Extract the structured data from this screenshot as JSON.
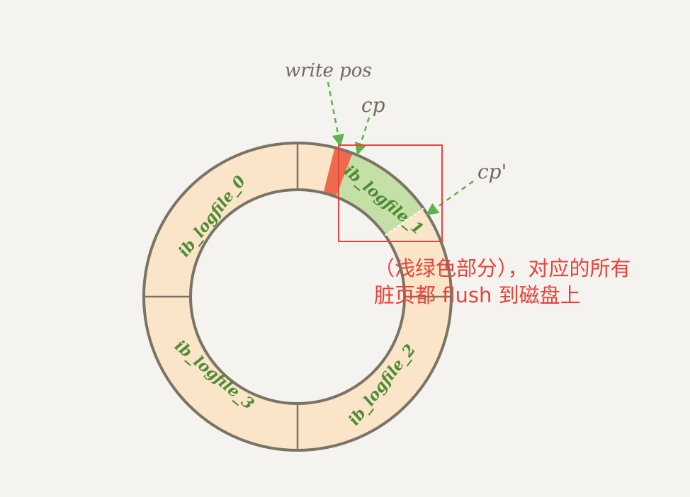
{
  "segments": [
    {
      "label": "ib_logfile_0"
    },
    {
      "label": "ib_logfile_1"
    },
    {
      "label": "ib_logfile_2"
    },
    {
      "label": "ib_logfile_3"
    }
  ],
  "pointers": {
    "write_pos": "write pos",
    "cp": "cp",
    "cp_prime": "cp'"
  },
  "annotation": {
    "line1": "（浅绿色部分），对应的所有",
    "line2": "脏页都 flush 到磁盘上"
  },
  "colors": {
    "ring_fill": "#fae5c9",
    "ring_outline": "#7a7466",
    "written_red": "#ee6a4c",
    "checkpoint_green": "#c5e0a6",
    "label_green": "#4f8a35",
    "arrow_green": "#5fb34a",
    "highlight_box": "#e8433b",
    "annotation_text": "#e8433b"
  }
}
